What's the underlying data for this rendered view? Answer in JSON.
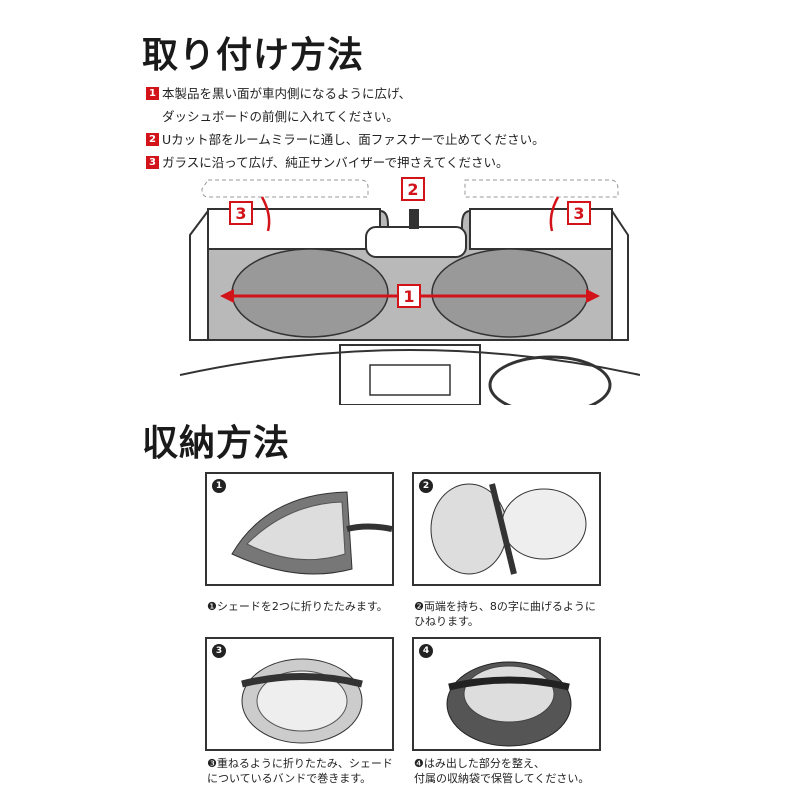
{
  "install": {
    "title": "取り付け方法",
    "steps": [
      {
        "num": "1",
        "line1": "本製品を黒い面が車内側になるように広げ、",
        "line2": "ダッシュボードの前側に入れてください。"
      },
      {
        "num": "2",
        "line1": "Uカット部をルームミラーに通し、面ファスナーで止めてください。"
      },
      {
        "num": "3",
        "line1": "ガラスに沿って広げ、純正サンバイザーで押さえてください。"
      }
    ],
    "diagram_labels": {
      "left_visor": "3",
      "mirror": "2",
      "right_visor": "3",
      "shade": "1"
    }
  },
  "storage": {
    "title": "収納方法",
    "panels": [
      {
        "num": "1",
        "caption_line1": "❶シェードを2つに折りたたみます。",
        "caption_line2": ""
      },
      {
        "num": "2",
        "caption_line1": "❷両端を持ち、8の字に曲げるように",
        "caption_line2": "ひねります。"
      },
      {
        "num": "3",
        "caption_line1": "❸重ねるように折りたたみ、シェード",
        "caption_line2": "についているバンドで巻きます。"
      },
      {
        "num": "4",
        "caption_line1": "❹はみ出した部分を整え、",
        "caption_line2": "付属の収納袋で保管してください。"
      }
    ]
  },
  "colors": {
    "accent": "#d2141a",
    "shade": "#b9b9b9",
    "line": "#333333"
  }
}
